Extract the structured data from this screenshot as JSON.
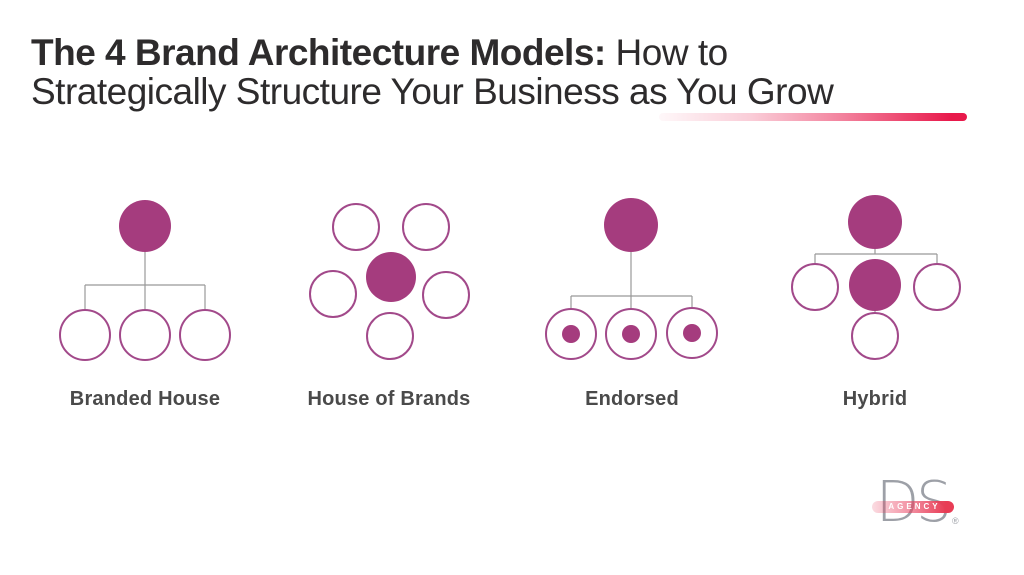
{
  "title": {
    "bold_text": "The 4 Brand Architecture Models:",
    "light_line1": "How to",
    "light_line2": "Strategically Structure Your Business as You Grow"
  },
  "models": [
    {
      "label": "Branded House",
      "diagram": "one filled parent circle connected by lines to three outlined sub-brand circles"
    },
    {
      "label": "House of Brands",
      "diagram": "one filled parent circle surrounded by five outlined brand circles"
    },
    {
      "label": "Endorsed",
      "diagram": "one filled parent circle connected to three outlined circles, each containing a small filled dot"
    },
    {
      "label": "Hybrid",
      "diagram": "one filled parent circle connected to one filled and two outlined circles, with one more outlined circle below"
    }
  ],
  "logo": {
    "wordmark": "DS",
    "banner_text": "AGENCY",
    "registered_mark": "®"
  },
  "colors": {
    "brand_magenta_fill": "#a53c7e",
    "circle_outline": "#a2498a",
    "connector_gray": "#999999",
    "title_text": "#2d2b2c",
    "label_text": "#4a4a4a",
    "accent_red": "#e8194b",
    "logo_gray": "#9da0a7"
  }
}
